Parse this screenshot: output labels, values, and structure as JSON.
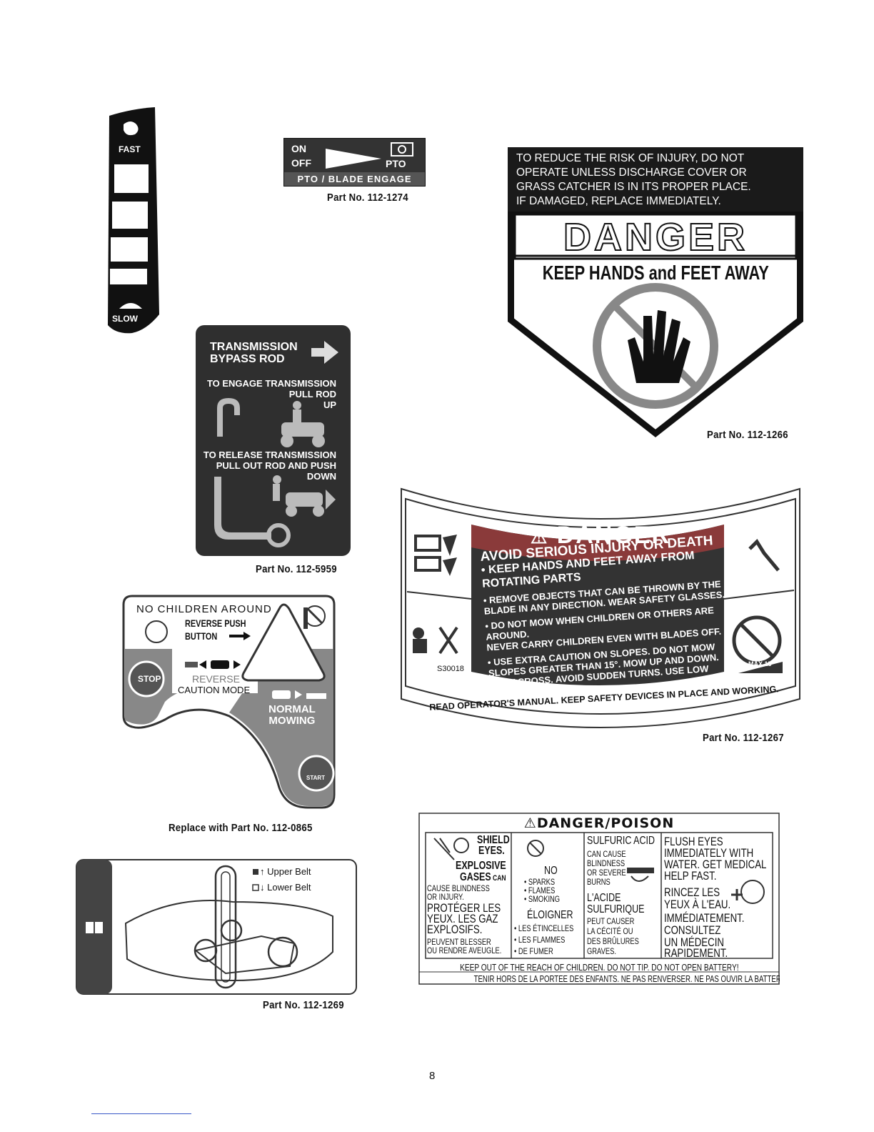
{
  "speed_decal": {
    "fast": "FAST",
    "slow": "SLOW",
    "fast_icon": "rabbit-icon",
    "slow_icon": "turtle-icon"
  },
  "pto_decal": {
    "on": "ON",
    "off": "OFF",
    "pto": "PTO",
    "bar": "PTO / BLADE ENGAGE",
    "part": "Part No. 112-1274"
  },
  "transmission_decal": {
    "title_1": "TRANSMISSION",
    "title_2": "BYPASS ROD",
    "engage_1": "TO ENGAGE TRANSMISSION",
    "engage_2": "PULL ROD",
    "engage_3": "UP",
    "release_1": "TO RELEASE TRANSMISSION",
    "release_2": "PULL OUT ROD AND PUSH",
    "release_3": "DOWN",
    "part": "Part No. 112-5959"
  },
  "danger_decal": {
    "line_1": "TO REDUCE THE RISK OF INJURY, DO NOT",
    "line_2": "OPERATE UNLESS DISCHARGE COVER OR",
    "line_3": "GRASS CATCHER IS IN ITS PROPER PLACE.",
    "line_4": "IF DAMAGED, REPLACE IMMEDIATELY.",
    "danger": "DANGER",
    "keep": "KEEP HANDS and FEET AWAY",
    "part": "Part No. 112-1266"
  },
  "children_decal": {
    "no_children": "NO CHILDREN AROUND",
    "reverse_push": "REVERSE PUSH",
    "button": "BUTTON",
    "stop": "STOP",
    "reverse": "REVERSE",
    "caution_mode": "CAUTION MODE",
    "normal": "NORMAL",
    "mowing": "MOWING",
    "start": "START",
    "part": "Replace with Part No. 112-0865"
  },
  "danger_wide_decal": {
    "danger": "DANGER",
    "avoid": "AVOID SERIOUS INJURY OR DEATH",
    "b1a": "• KEEP HANDS AND FEET AWAY FROM",
    "b1b": "ROTATING PARTS",
    "b2a": "• REMOVE OBJECTS THAT CAN BE THROWN BY THE",
    "b2b": "BLADE IN ANY DIRECTION. WEAR SAFETY GLASSES.",
    "b3a": "• DO NOT MOW WHEN CHILDREN OR OTHERS ARE AROUND.",
    "b3b": "NEVER CARRY CHILDREN EVEN WITH BLADES OFF.",
    "b4a": "• USE EXTRA CAUTION ON SLOPES. DO NOT MOW",
    "b4b": "SLOPES GREATER THAN 15°. MOW UP AND DOWN.",
    "b4c": "NOT ACROSS. AVOID SUDDEN TURNS. USE LOW SPEED.",
    "bottom": "READ OPERATOR'S MANUAL. KEEP SAFETY DEVICES IN PLACE AND WORKING.",
    "code": "S30018",
    "max": "MAX 15",
    "part": "Part No. 112-1267"
  },
  "belt_decal": {
    "upper": "Upper Belt",
    "lower": "Lower Belt",
    "part": "Part No. 112-1269"
  },
  "poison_decal": {
    "title": "DANGER/POISON",
    "c1_1": "SHIELD",
    "c1_2": "EYES.",
    "c1_3": "EXPLOSIVE",
    "c1_4": "GASES",
    "c1_4b": "CAN",
    "c1_5": "CAUSE BLINDNESS",
    "c1_6": "OR INJURY.",
    "c1_7": "PROTÉGER LES",
    "c1_8": "YEUX. LES GAZ",
    "c1_9": "EXPLOSIFS.",
    "c1_10": "PEUVENT BLESSER",
    "c1_11": "OU RENDRE AVEUGLE.",
    "c2_1": "NO",
    "c2_2": "• SPARKS",
    "c2_3": "• FLAMES",
    "c2_4": "• SMOKING",
    "c2_5": "ÉLOIGNER",
    "c2_6": "• LES ÉTINCELLES",
    "c2_7": "• LES FLAMMES",
    "c2_8": "• DE FUMER",
    "c3_1": "SULFURIC ACID",
    "c3_2": "CAN CAUSE",
    "c3_3": "BLINDNESS",
    "c3_4": "OR SEVERE",
    "c3_5": "BURNS",
    "c3_6": "L'ACIDE",
    "c3_7": "SULFURIQUE",
    "c3_8": "PEUT CAUSER",
    "c3_9": "LA CÉCITÉ OU",
    "c3_10": "DES BRÛLURES",
    "c3_11": "GRAVES.",
    "c4_1": "FLUSH EYES",
    "c4_2": "IMMEDIATELY WITH",
    "c4_3": "WATER. GET MEDICAL",
    "c4_4": "HELP FAST.",
    "c4_5": "RINCEZ LES",
    "c4_6": "YEUX À L'EAU.",
    "c4_7": "IMMÉDIATEMENT.",
    "c4_8": "CONSULTEZ",
    "c4_9": "UN MÉDECIN",
    "c4_10": "RAPIDEMENT.",
    "foot_1": "KEEP OUT OF THE REACH OF CHILDREN. DO NOT TIP. DO NOT OPEN BATTERY!",
    "foot_2": "TENIR HORS DE LA PORTEE DES ENFANTS. NE PAS RENVERSER. NE PAS OUVIR LA BATTERIE!"
  },
  "page_number": "8"
}
